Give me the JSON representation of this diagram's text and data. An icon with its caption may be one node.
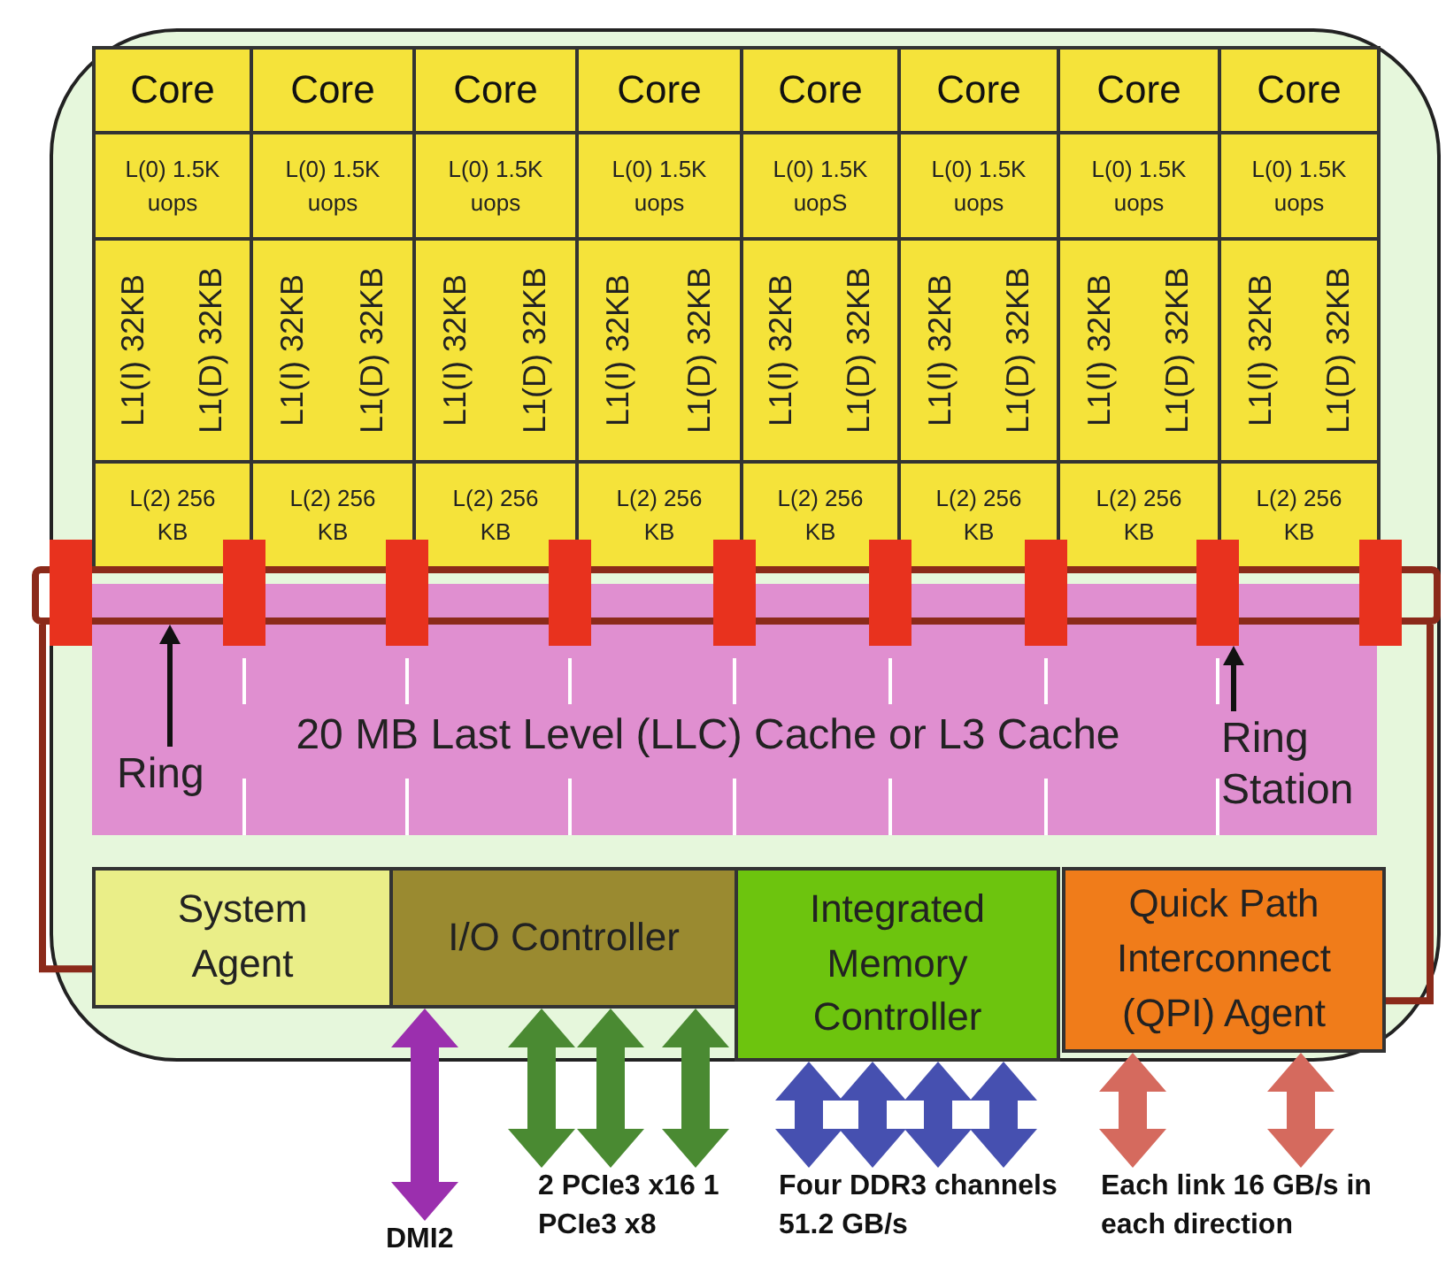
{
  "diagram": {
    "nodes": [
      {
        "text": [
          "Core",
          "L(0) 1.5K uops",
          "L1(I) 32KB",
          "L1(D) 32KB",
          "L(2) 256 KB"
        ]
      },
      {
        "text": [
          "Core",
          "L(0) 1.5K uops",
          "L1(I) 32KB",
          "L1(D) 32KB",
          "L(2) 256 KB"
        ]
      },
      {
        "text": [
          "Core",
          "L(0) 1.5K uops",
          "L1(I) 32KB",
          "L1(D) 32KB",
          "L(2) 256 KB"
        ]
      },
      {
        "text": [
          "Core",
          "L(0) 1.5K uops",
          "L1(I) 32KB",
          "L1(D) 32KB",
          "L(2) 256 KB"
        ]
      },
      {
        "text": [
          "Core",
          "L(0) 1.5K uopS",
          "L1(I) 32KB",
          "L1(D) 32KB",
          "L(2) 256 KB"
        ]
      },
      {
        "text": [
          "Core",
          "L(0) 1.5K uops",
          "L1(I) 32KB",
          "L1(D) 32KB",
          "L(2) 256 KB"
        ]
      },
      {
        "text": [
          "Core",
          "L(0) 1.5K uops",
          "L1(I) 32KB",
          "L1(D) 32KB",
          "L(2) 256 KB"
        ]
      },
      {
        "text": [
          "Core",
          "L(0) 1.5K uops",
          "L1(I) 32KB",
          "L1(D) 32KB",
          "L(2) 256 KB"
        ]
      },
      {
        "text": [],
        "shape": "loop"
      },
      {
        "text": [],
        "shape": "box"
      },
      {
        "text": [],
        "shape": "box"
      },
      {
        "text": [],
        "shape": "box"
      },
      {
        "text": [],
        "shape": "box"
      },
      {
        "text": [],
        "shape": "box"
      },
      {
        "text": [],
        "shape": "box"
      },
      {
        "text": [],
        "shape": "box"
      },
      {
        "text": [],
        "shape": "box"
      },
      {
        "text": [],
        "shape": "box"
      },
      {
        "text": [
          "20 MB Last Level (LLC) Cache or L3 Cache"
        ]
      },
      {
        "text": [
          "Ring"
        ],
        "in": 18
      },
      {
        "text": [
          "Ring Station"
        ],
        "in": 18
      },
      {
        "text": [
          "System Agent"
        ]
      },
      {
        "text": [
          "I/O Controller"
        ]
      },
      {
        "text": [
          "Integrated Memory Controller"
        ]
      },
      {
        "text": [
          "Quick Path Interconnect (QPI) Agent"
        ]
      },
      {
        "text": [
          "DMI2"
        ]
      },
      {
        "text": [
          "2 PCIe3 x16 1 PCIe3 x8"
        ]
      },
      {
        "text": [
          "Four DDR3 channels 51.2 GB/s"
        ]
      },
      {
        "text": [
          "Each link 16 GB/s in each direction"
        ]
      }
    ],
    "edges": [
      {
        "from": 19,
        "to": 8,
        "arrow": "to",
        "color": "#111111"
      },
      {
        "from": 20,
        "to": 16,
        "arrow": "to",
        "color": "#111111"
      },
      {
        "from": 8,
        "to": 21,
        "arrow": "none",
        "color": "#8b2a1a"
      },
      {
        "from": 8,
        "to": 24,
        "arrow": "none",
        "color": "#8b2a1a"
      },
      {
        "from": 22,
        "to": 25,
        "arrow": "both",
        "color": "#9b2fae"
      },
      {
        "from": 22,
        "to": 26,
        "arrow": "both",
        "color": "#4a8a32"
      },
      {
        "from": 22,
        "to": 26,
        "arrow": "both",
        "color": "#4a8a32"
      },
      {
        "from": 22,
        "to": 26,
        "arrow": "both",
        "color": "#4a8a32"
      },
      {
        "from": 23,
        "to": 27,
        "arrow": "both",
        "color": "#4650b0"
      },
      {
        "from": 23,
        "to": 27,
        "arrow": "both",
        "color": "#4650b0"
      },
      {
        "from": 23,
        "to": 27,
        "arrow": "both",
        "color": "#4650b0"
      },
      {
        "from": 23,
        "to": 27,
        "arrow": "both",
        "color": "#4650b0"
      },
      {
        "from": 24,
        "to": 28,
        "arrow": "both",
        "color": "#d56a5e"
      },
      {
        "from": 24,
        "to": 28,
        "arrow": "both",
        "color": "#d56a5e"
      }
    ]
  }
}
